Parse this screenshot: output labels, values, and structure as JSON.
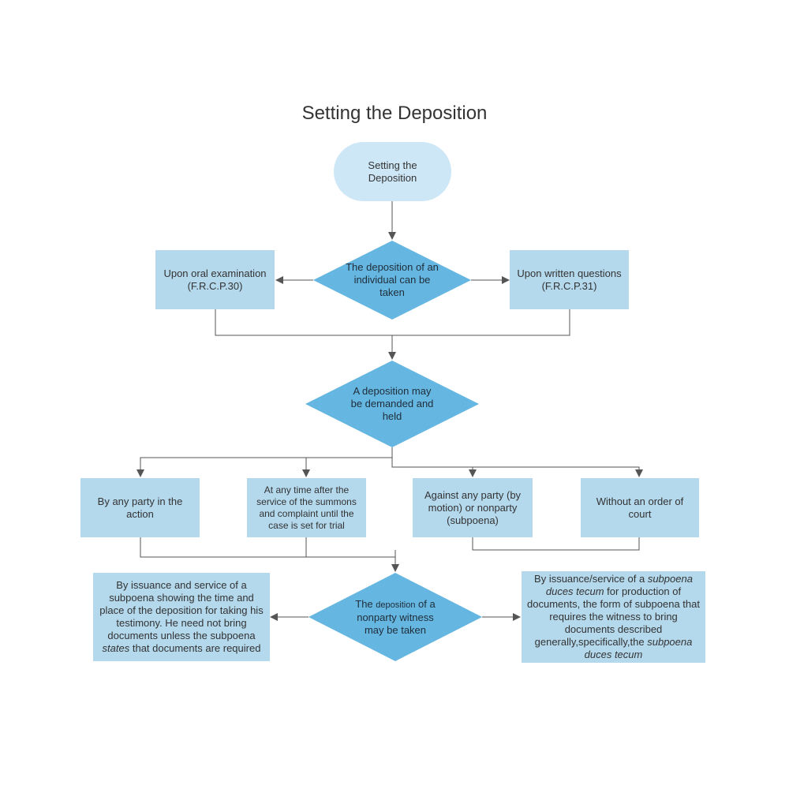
{
  "title": "Setting the Deposition",
  "colors": {
    "terminal_fill": "#cde7f6",
    "process_fill": "#b4d8ec",
    "decision_fill": "#65b6e0",
    "connector": "#555555",
    "text": "#333333"
  },
  "nodes": {
    "start": "Setting the Deposition",
    "decision_1": "The deposition of an individual can be taken",
    "oral": "Upon oral examination (F.R.C.P.30)",
    "written": "Upon written questions (F.R.C.P.31)",
    "decision_2": "A deposition may be demanded and held",
    "any_party": "By any party in the action",
    "any_time": "At any time after the service of the summons and complaint until the case is set for trial",
    "against_party": "Against any party (by motion) or nonparty (subpoena)",
    "without_order": "Without an order of court",
    "decision_3": {
      "part1": "The ",
      "part2": "deposition",
      "part3": " of a nonparty witness may be taken"
    },
    "subpoena_left": {
      "part1": "By issuance and service of a subpoena showing the time and place of the deposition for taking his testimony.  He need not bring documents unless the subpoena ",
      "part2": "states",
      "part3": " that documents are required"
    },
    "subpoena_right": {
      "part1": "By issuance/service of a ",
      "part2": "subpoena duces tecum",
      "part3": " for production of documents, the form of subpoena that requires the witness to bring documents described generally,specifically,the ",
      "part4": "subpoena duces tecum"
    }
  }
}
